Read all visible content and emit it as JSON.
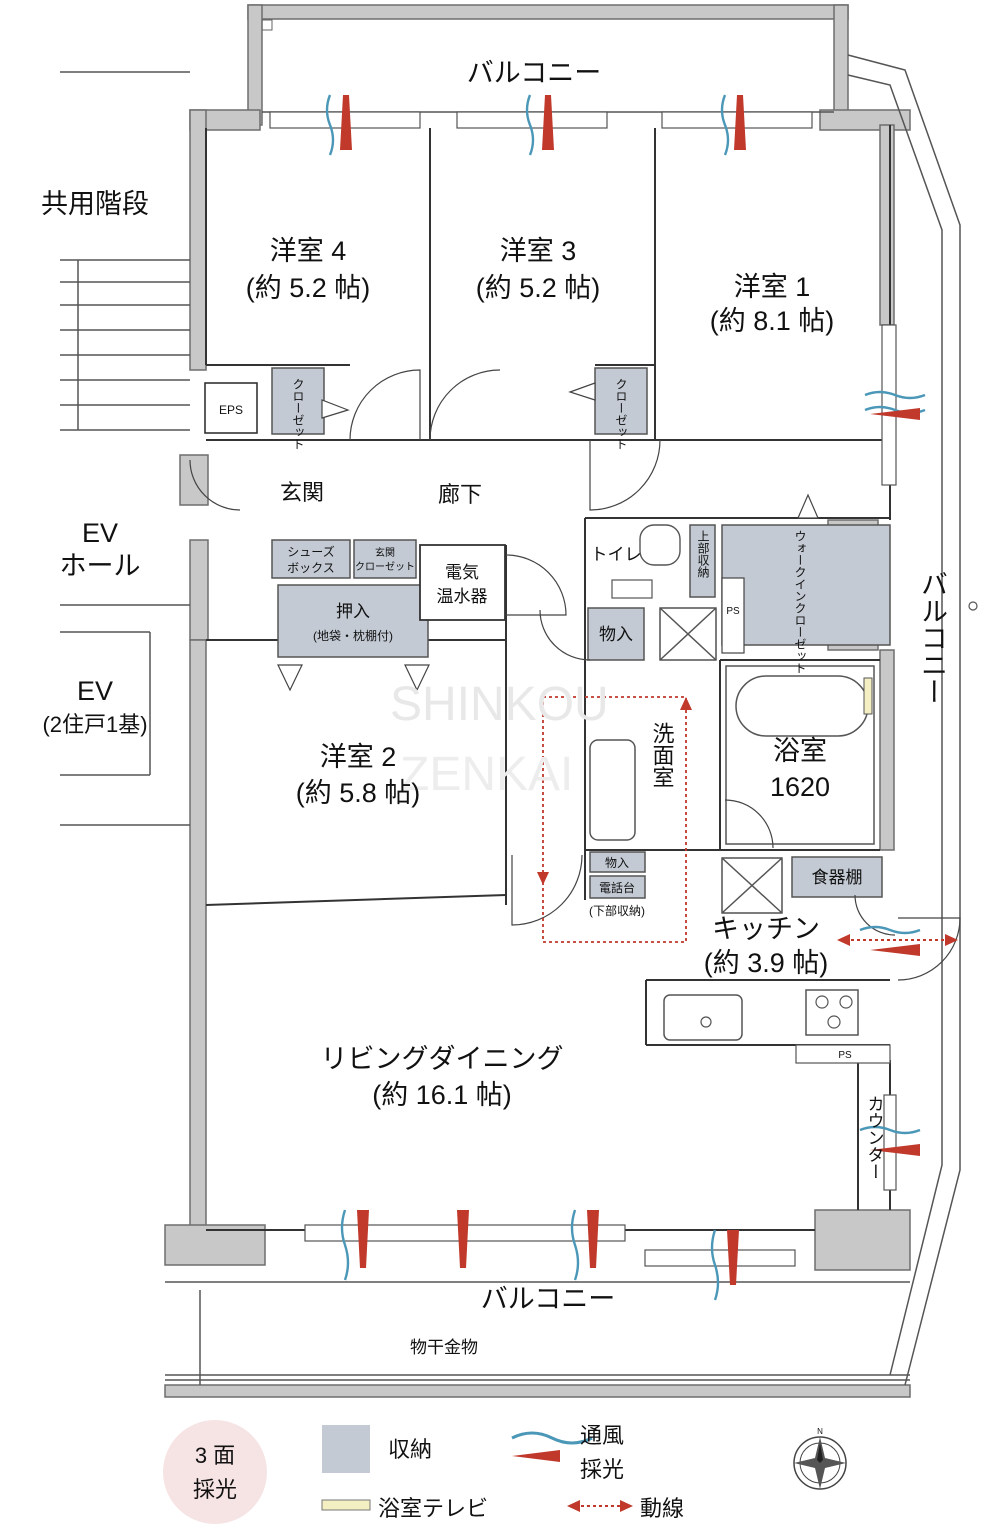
{
  "rooms": {
    "room4": {
      "name": "洋室 4",
      "size": "(約 5.2 帖)"
    },
    "room3": {
      "name": "洋室 3",
      "size": "(約 5.2 帖)"
    },
    "room1": {
      "name": "洋室 1",
      "size": "(約 8.1 帖)"
    },
    "room2": {
      "name": "洋室 2",
      "size": "(約 5.8 帖)"
    },
    "living": {
      "name": "リビングダイニング",
      "size": "(約 16.1 帖)"
    },
    "kitchen": {
      "name": "キッチン",
      "size": "(約 3.9 帖)"
    },
    "bath": {
      "name": "浴室",
      "size": "1620"
    }
  },
  "labels": {
    "balcony_top": "バルコニー",
    "balcony_right": "バルコニー",
    "balcony_bottom": "バルコニー",
    "shared_stairs": "共用階段",
    "ev_hall_1": "EV",
    "ev_hall_2": "ホール",
    "ev": "EV",
    "ev_note": "(2住戸1基)",
    "eps": "EPS",
    "closet_left": "クローゼット",
    "closet_right": "クローゼット",
    "entrance": "玄関",
    "corridor": "廊下",
    "shoes_box_1": "シューズ",
    "shoes_box_2": "ボックス",
    "entrance_closet_1": "玄関",
    "entrance_closet_2": "クローゼット",
    "water_heater_1": "電気",
    "water_heater_2": "温水器",
    "oshiire": "押入",
    "oshiire_note": "(地袋・枕棚付)",
    "toilet": "トイレ",
    "upper_storage": "上部収納",
    "wic": "ウォークインクローゼット",
    "ps1": "PS",
    "ps2": "PS",
    "storage1": "物入",
    "storage2": "物入",
    "washroom": "洗面室",
    "phone_stand": "電話台",
    "phone_note": "(下部収納)",
    "cupboard": "食器棚",
    "counter": "カウンター",
    "drying_rack": "物干金物",
    "watermark_1": "SHINKOU",
    "watermark_2": "ZENKAI"
  },
  "legend": {
    "badge_1": "3 面",
    "badge_2": "採光",
    "storage": "収納",
    "ventilation": "通風",
    "daylight": "採光",
    "bath_tv": "浴室テレビ",
    "flow": "動線",
    "north": "N"
  },
  "colors": {
    "storage": "#c3cad4",
    "wall": "#c8c8c8",
    "wind": "#4a97b8",
    "light": "#c0392b",
    "badge": "#f6e3e3",
    "bath_tv": "#f3efc2"
  }
}
